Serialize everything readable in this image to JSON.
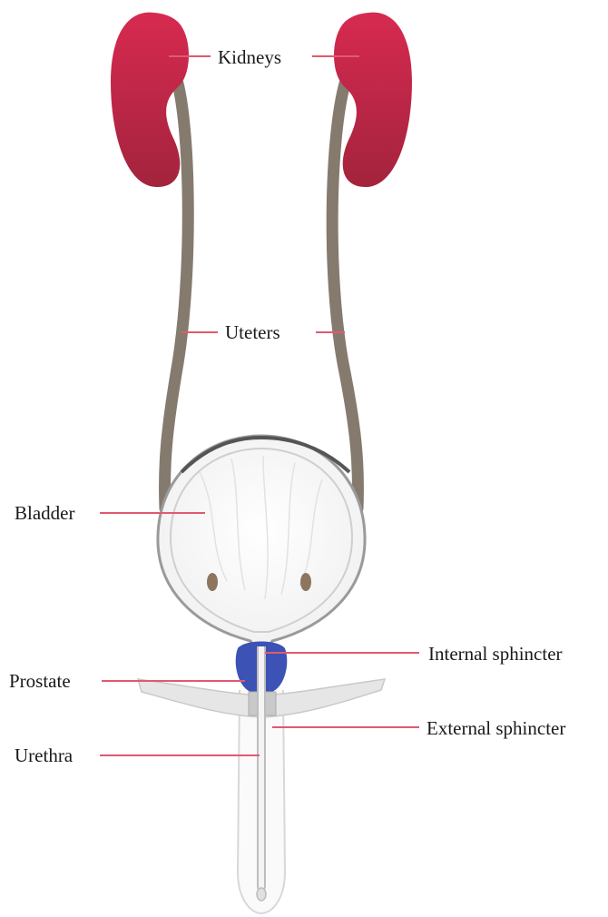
{
  "labels": {
    "kidneys": "Kidneys",
    "ureters": "Uteters",
    "bladder": "Bladder",
    "internal_sphincter": "Internal sphincter",
    "prostate": "Prostate",
    "external_sphincter": "External sphincter",
    "urethra": "Urethra"
  },
  "colors": {
    "kidney": "#c8284a",
    "ureter": "#857a6e",
    "bladder_wall": "#e8e8e8",
    "prostate": "#3d52b5",
    "leader_line": "#e15a6e"
  }
}
